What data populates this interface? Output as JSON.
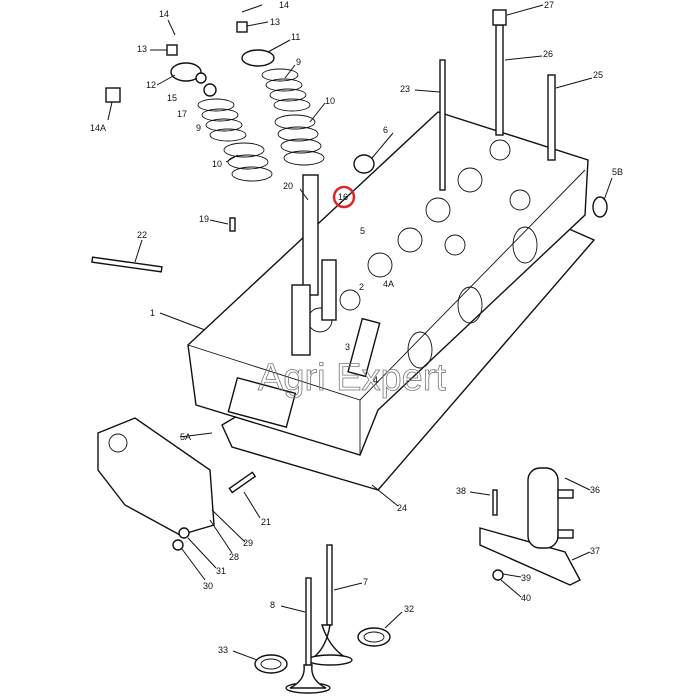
{
  "diagram": {
    "title": "Cylinder head exploded view",
    "highlight_color": "#e0262a",
    "highlighted_label": "16",
    "watermark": "Agri Expert",
    "watermark_colors": [
      "#f3d97a",
      "#a9d27a",
      "#d7b48e",
      "#c7a58b"
    ],
    "labels": {
      "l14a": "14",
      "l13a": "13",
      "l14b": "14",
      "l13b": "13",
      "l11": "11",
      "l12": "12",
      "l15": "15",
      "l17": "17",
      "l9a": "9",
      "l9b": "9",
      "l14A": "14A",
      "l10a": "10",
      "l10b": "10",
      "l20": "20",
      "l16": "16",
      "l6": "6",
      "l23": "23",
      "l26": "26",
      "l27": "27",
      "l25": "25",
      "l5B": "5B",
      "l19": "19",
      "l22": "22",
      "l5": "5",
      "l4A": "4A",
      "l2": "2",
      "l1": "1",
      "l3": "3",
      "l4": "4",
      "l5A": "5A",
      "l21": "21",
      "l24": "24",
      "l28": "28",
      "l29": "29",
      "l31": "31",
      "l30": "30",
      "l38": "38",
      "l36": "36",
      "l37": "37",
      "l39": "39",
      "l40": "40",
      "l7": "7",
      "l8": "8",
      "l32": "32",
      "l33": "33"
    }
  }
}
